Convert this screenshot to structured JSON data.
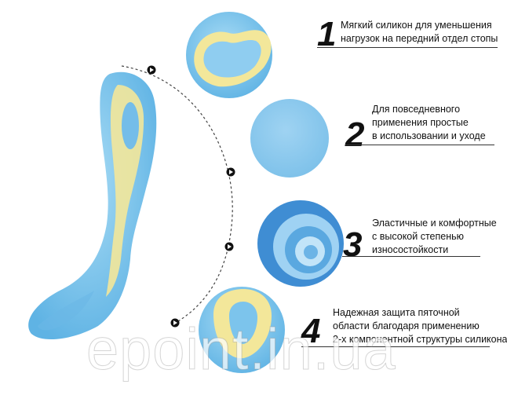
{
  "features": [
    {
      "number": "1",
      "lines": [
        "Мягкий силикон для уменьшения",
        "нагрузок на передний отдел стопы"
      ]
    },
    {
      "number": "2",
      "lines": [
        "Для повседневного",
        "применения простые",
        "в использовании и уходе"
      ]
    },
    {
      "number": "3",
      "lines": [
        "Эластичные и комфортные",
        "с высокой степенью",
        "износостойкости"
      ]
    },
    {
      "number": "4",
      "lines": [
        "Надежная защита пяточной",
        "области благодаря применению",
        "2-х компонентной структуры силикона"
      ]
    }
  ],
  "watermark": "epoint.in.ua",
  "colors": {
    "blue": "#7cc4ec",
    "yellow": "#f3e79a",
    "line": "#333333"
  }
}
